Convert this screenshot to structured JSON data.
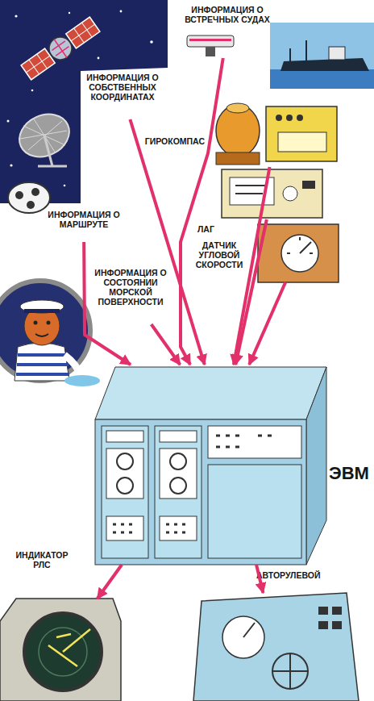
{
  "diagram": {
    "nodes": [
      {
        "text": [
          "ИНФОРМАЦИЯ О ВСТРЕЧНЫХ СУДАХ"
        ]
      },
      {
        "text": [
          "ИНФОРМАЦИЯ О СОБСТВЕННЫХ КООРДИНАТАХ"
        ]
      },
      {
        "text": [
          "ГИРОКОМПАС"
        ]
      },
      {
        "text": [
          "ЛАГ"
        ]
      },
      {
        "text": [
          "ИНФОРМАЦИЯ О МАРШРУТЕ"
        ]
      },
      {
        "text": [
          "ДАТЧИК УГЛОВОЙ СКОРОСТИ"
        ]
      },
      {
        "text": [
          "ИНФОРМАЦИЯ О СОСТОЯНИИ МОРСКОЙ ПОВЕРХНОСТИ"
        ]
      },
      {
        "text": [
          "ЭВМ"
        ]
      },
      {
        "text": [
          "ИНДИКАТОР РЛС"
        ]
      },
      {
        "text": [
          "АВТОРУЛЕВОЙ"
        ]
      }
    ],
    "edges": [
      {
        "from": 0,
        "to": 7,
        "arrow": "to"
      },
      {
        "from": 1,
        "to": 7,
        "arrow": "to"
      },
      {
        "from": 2,
        "to": 7,
        "arrow": "to"
      },
      {
        "from": 3,
        "to": 7,
        "arrow": "to"
      },
      {
        "from": 4,
        "to": 7,
        "arrow": "to"
      },
      {
        "from": 5,
        "to": 7,
        "arrow": "to"
      },
      {
        "from": 6,
        "to": 7,
        "arrow": "to"
      },
      {
        "from": 7,
        "to": 8,
        "arrow": "to"
      },
      {
        "from": 7,
        "to": 9,
        "arrow": "to"
      }
    ]
  }
}
